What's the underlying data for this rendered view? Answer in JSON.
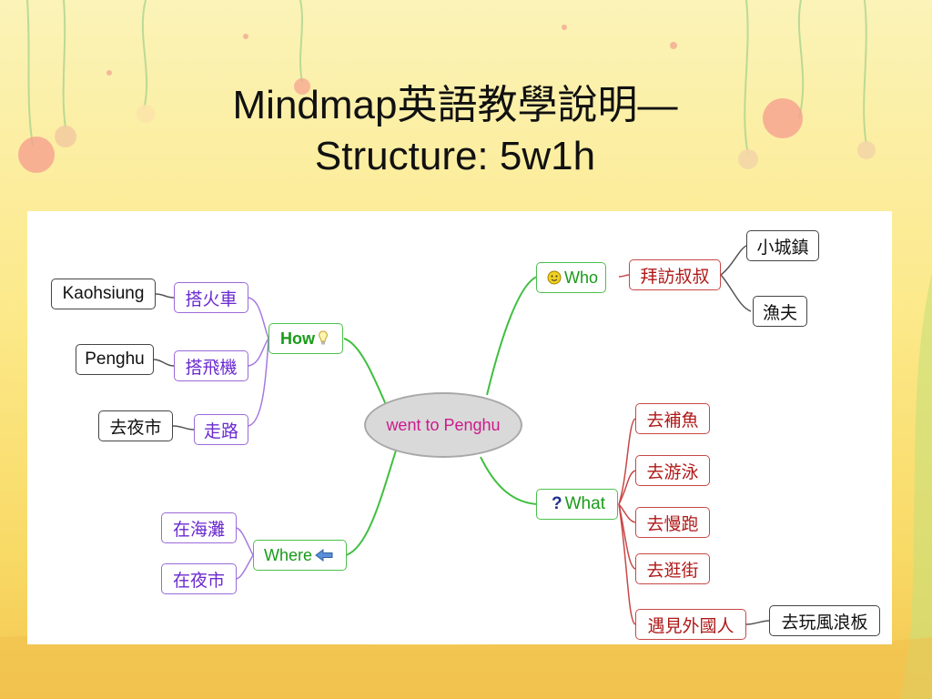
{
  "slide": {
    "title_line1": "Mindmap英語教學說明—",
    "title_line2": "Structure: 5w1h"
  },
  "mindmap": {
    "center": "went to Penghu",
    "branches": {
      "how": {
        "label": "How",
        "icon": "lightbulb-icon",
        "children": [
          {
            "label": "搭火車",
            "note": "Kaohsiung"
          },
          {
            "label": "搭飛機",
            "note": "Penghu"
          },
          {
            "label": "走路",
            "note": "去夜市"
          }
        ]
      },
      "where": {
        "label": "Where",
        "icon": "arrow-left-icon",
        "children": [
          {
            "label": "在海灘"
          },
          {
            "label": "在夜市"
          }
        ]
      },
      "who": {
        "label": "Who",
        "icon": "smiley-icon",
        "children": [
          {
            "label": "拜訪叔叔",
            "notes": [
              "小城鎮",
              "漁夫"
            ]
          }
        ]
      },
      "what": {
        "label": "What",
        "icon": "question-mark-icon",
        "children": [
          {
            "label": "去補魚"
          },
          {
            "label": "去游泳"
          },
          {
            "label": "去慢跑"
          },
          {
            "label": "去逛街"
          },
          {
            "label": "遇見外國人",
            "note": "去玩風浪板"
          }
        ]
      }
    }
  }
}
